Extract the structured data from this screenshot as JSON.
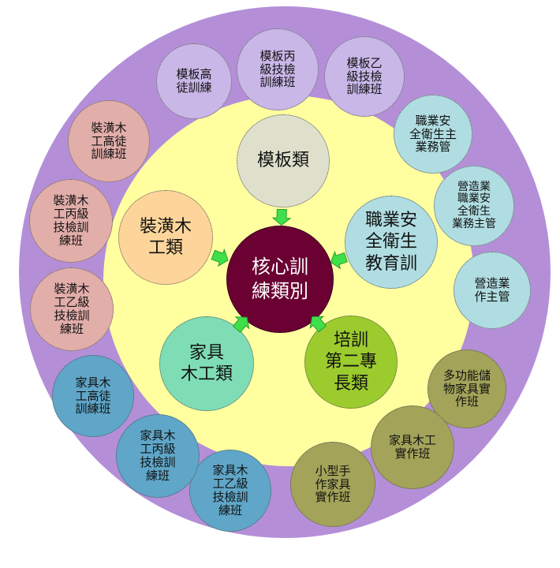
{
  "colors": {
    "outer_ring": "#b48fd8",
    "inner_ring": "#ffff9f",
    "core": "#6b0032",
    "arrow": "#3ee04a"
  },
  "core": {
    "label": "核心訓\n練類別"
  },
  "categories": [
    {
      "id": "mold",
      "label": "模板類",
      "color": "#dfe0cc"
    },
    {
      "id": "safety",
      "label": "職業安\n全衛生\n教育訓",
      "color": "#b0dde2"
    },
    {
      "id": "second",
      "label": "培訓\n第二專\n長類",
      "color": "#9ccb2e"
    },
    {
      "id": "furniture",
      "label": "家具\n木工類",
      "color": "#7fddb5"
    },
    {
      "id": "decoration",
      "label": "裝潢木\n工類",
      "color": "#fdd59a"
    }
  ],
  "courses": [
    {
      "id": "mold-apprentice",
      "label": "模板高\n徒訓練",
      "color": "#c9b7e8"
    },
    {
      "id": "mold-c-grade",
      "label": "模板丙\n級技檢\n訓練班",
      "color": "#c9b7e8"
    },
    {
      "id": "mold-b-grade",
      "label": "模板乙\n級技檢\n訓練班",
      "color": "#c9b7e8"
    },
    {
      "id": "safety-supervisor",
      "label": "職業安\n全衛生主\n業務管",
      "color": "#b0dde2"
    },
    {
      "id": "construction-safety",
      "label": "營造業\n職業安\n全衛生\n業務主管",
      "color": "#b0dde2"
    },
    {
      "id": "construction-manager",
      "label": "營造業\n作主管",
      "color": "#b0dde2"
    },
    {
      "id": "multi-furniture",
      "label": "多功能儲\n物家具實\n作班",
      "color": "#a3a35a"
    },
    {
      "id": "furniture-practice",
      "label": "家具木工\n實作班",
      "color": "#a3a35a"
    },
    {
      "id": "small-furniture",
      "label": "小型手\n作家具\n實作班",
      "color": "#a3a35a"
    },
    {
      "id": "furniture-b-grade",
      "label": "家具木\n工乙級\n技檢訓\n練班",
      "color": "#5fa6c8"
    },
    {
      "id": "furniture-c-grade",
      "label": "家具木\n工丙級\n技檢訓\n練班",
      "color": "#5fa6c8"
    },
    {
      "id": "furniture-apprentice",
      "label": "家具木\n工高徒\n訓練班",
      "color": "#5fa6c8"
    },
    {
      "id": "decoration-b-grade",
      "label": "裝潢木\n工乙級\n技檢訓\n練班",
      "color": "#e2aeaa"
    },
    {
      "id": "decoration-c-grade",
      "label": "裝潢木\n工丙級\n技檢訓\n練班",
      "color": "#e2aeaa"
    },
    {
      "id": "decoration-apprentice",
      "label": "裝潢木\n工高徒\n訓練班",
      "color": "#e2aeaa"
    }
  ]
}
